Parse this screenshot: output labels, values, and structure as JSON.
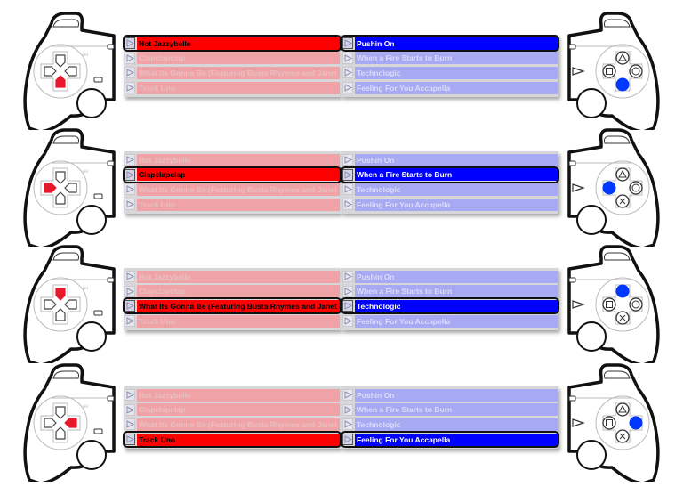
{
  "colors": {
    "red_active": "#ff0000",
    "blue_active": "#0000ff",
    "dpad_active": "#e8192c",
    "face_active": "#0038ff"
  },
  "left_tracks": [
    "Hot Jazzybelle",
    "Clapclapclap",
    "What Its Gonna Be (Featuring Busta Rhymes and Janet Jackson)",
    "Track Uno"
  ],
  "right_tracks": [
    "Pushin On",
    "When a Fire Starts to Burn",
    "Technologic",
    "Feeling For You Accapella"
  ],
  "panels": [
    {
      "selected_index": 0,
      "dpad_pressed": "down",
      "face_pressed": "cross"
    },
    {
      "selected_index": 1,
      "dpad_pressed": "left",
      "face_pressed": "square"
    },
    {
      "selected_index": 2,
      "dpad_pressed": "up",
      "face_pressed": "triangle"
    },
    {
      "selected_index": 3,
      "dpad_pressed": "right",
      "face_pressed": "circle"
    }
  ],
  "icons": {
    "play": "play-icon",
    "dpad": "dpad-icon",
    "face": "face-buttons-icon",
    "controller": "gamepad-icon"
  }
}
